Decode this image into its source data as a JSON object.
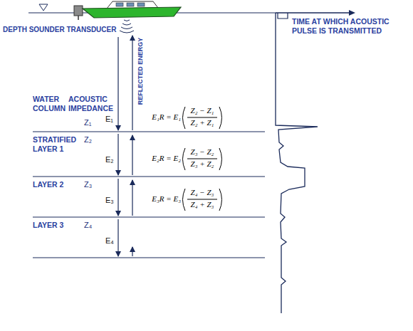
{
  "diagram": {
    "labels": [
      "DEPTH SOUNDER TRANSDUCER",
      "TIME AT WHICH ACOUSTIC PULSE IS TRANSMITTED",
      "REFLECTED ENERGY",
      "WATER COLUMN",
      "ACOUSTIC IMPEDANCE",
      "Z₁",
      "E₁",
      "E₁R = E₁",
      "Z₂ − Z₁",
      "Z₂ + Z₁",
      "STRATIFIED LAYER 1",
      "Z₂",
      "E₂",
      "E₂R = E₂",
      "Z₃ − Z₂",
      "Z₃ + Z₂",
      "LAYER 2",
      "Z₃",
      "E₃",
      "E₃R = E₃",
      "Z₄ − Z₃",
      "Z₄ + Z₃",
      "LAYER 3",
      "Z₄",
      "E₄"
    ]
  }
}
